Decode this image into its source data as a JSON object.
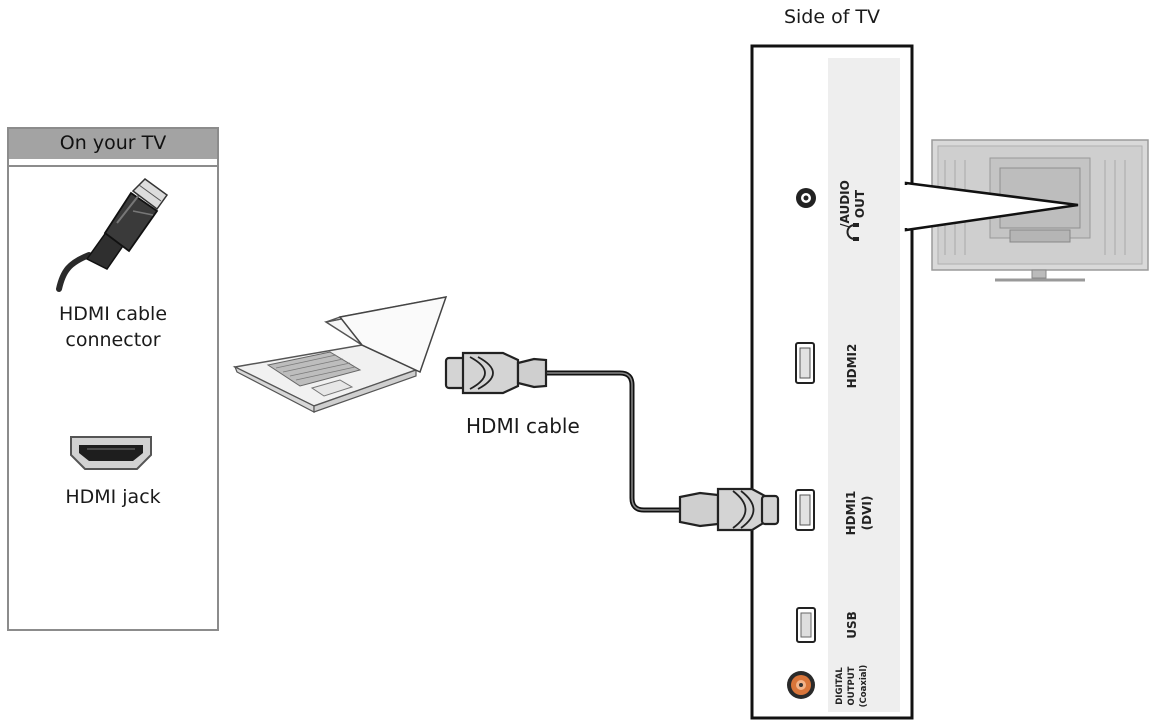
{
  "diagram": {
    "tv_side_title": "Side of TV",
    "legend": {
      "header": "On your TV",
      "connector_caption_line1": "HDMI cable",
      "connector_caption_line2": "connector",
      "jack_caption": "HDMI jack"
    },
    "cable_label": "HDMI cable",
    "ports": {
      "audio_out_line1": "/AUDIO",
      "audio_out_line2": "OUT",
      "hdmi2": "HDMI2",
      "hdmi1_line1": "HDMI1",
      "hdmi1_line2": "(DVI)",
      "usb": "USB",
      "digital_output_line1": "DIGITAL",
      "digital_output_line2": "OUTPUT",
      "digital_output_line3": "(Coaxial)"
    },
    "colors": {
      "panel_border": "#8c8c8c",
      "header_gray": "#a3a3a3",
      "tv_panel_strip": "#eeeeee",
      "coax_orange": "#d9753a",
      "cable_black": "#111111",
      "connector_gray": "#d4d4d4"
    },
    "icons": [
      "hdmi-plug-icon",
      "hdmi-jack-icon",
      "laptop-icon",
      "hdmi-cable-icon",
      "tv-back-icon",
      "headphone-icon"
    ]
  }
}
